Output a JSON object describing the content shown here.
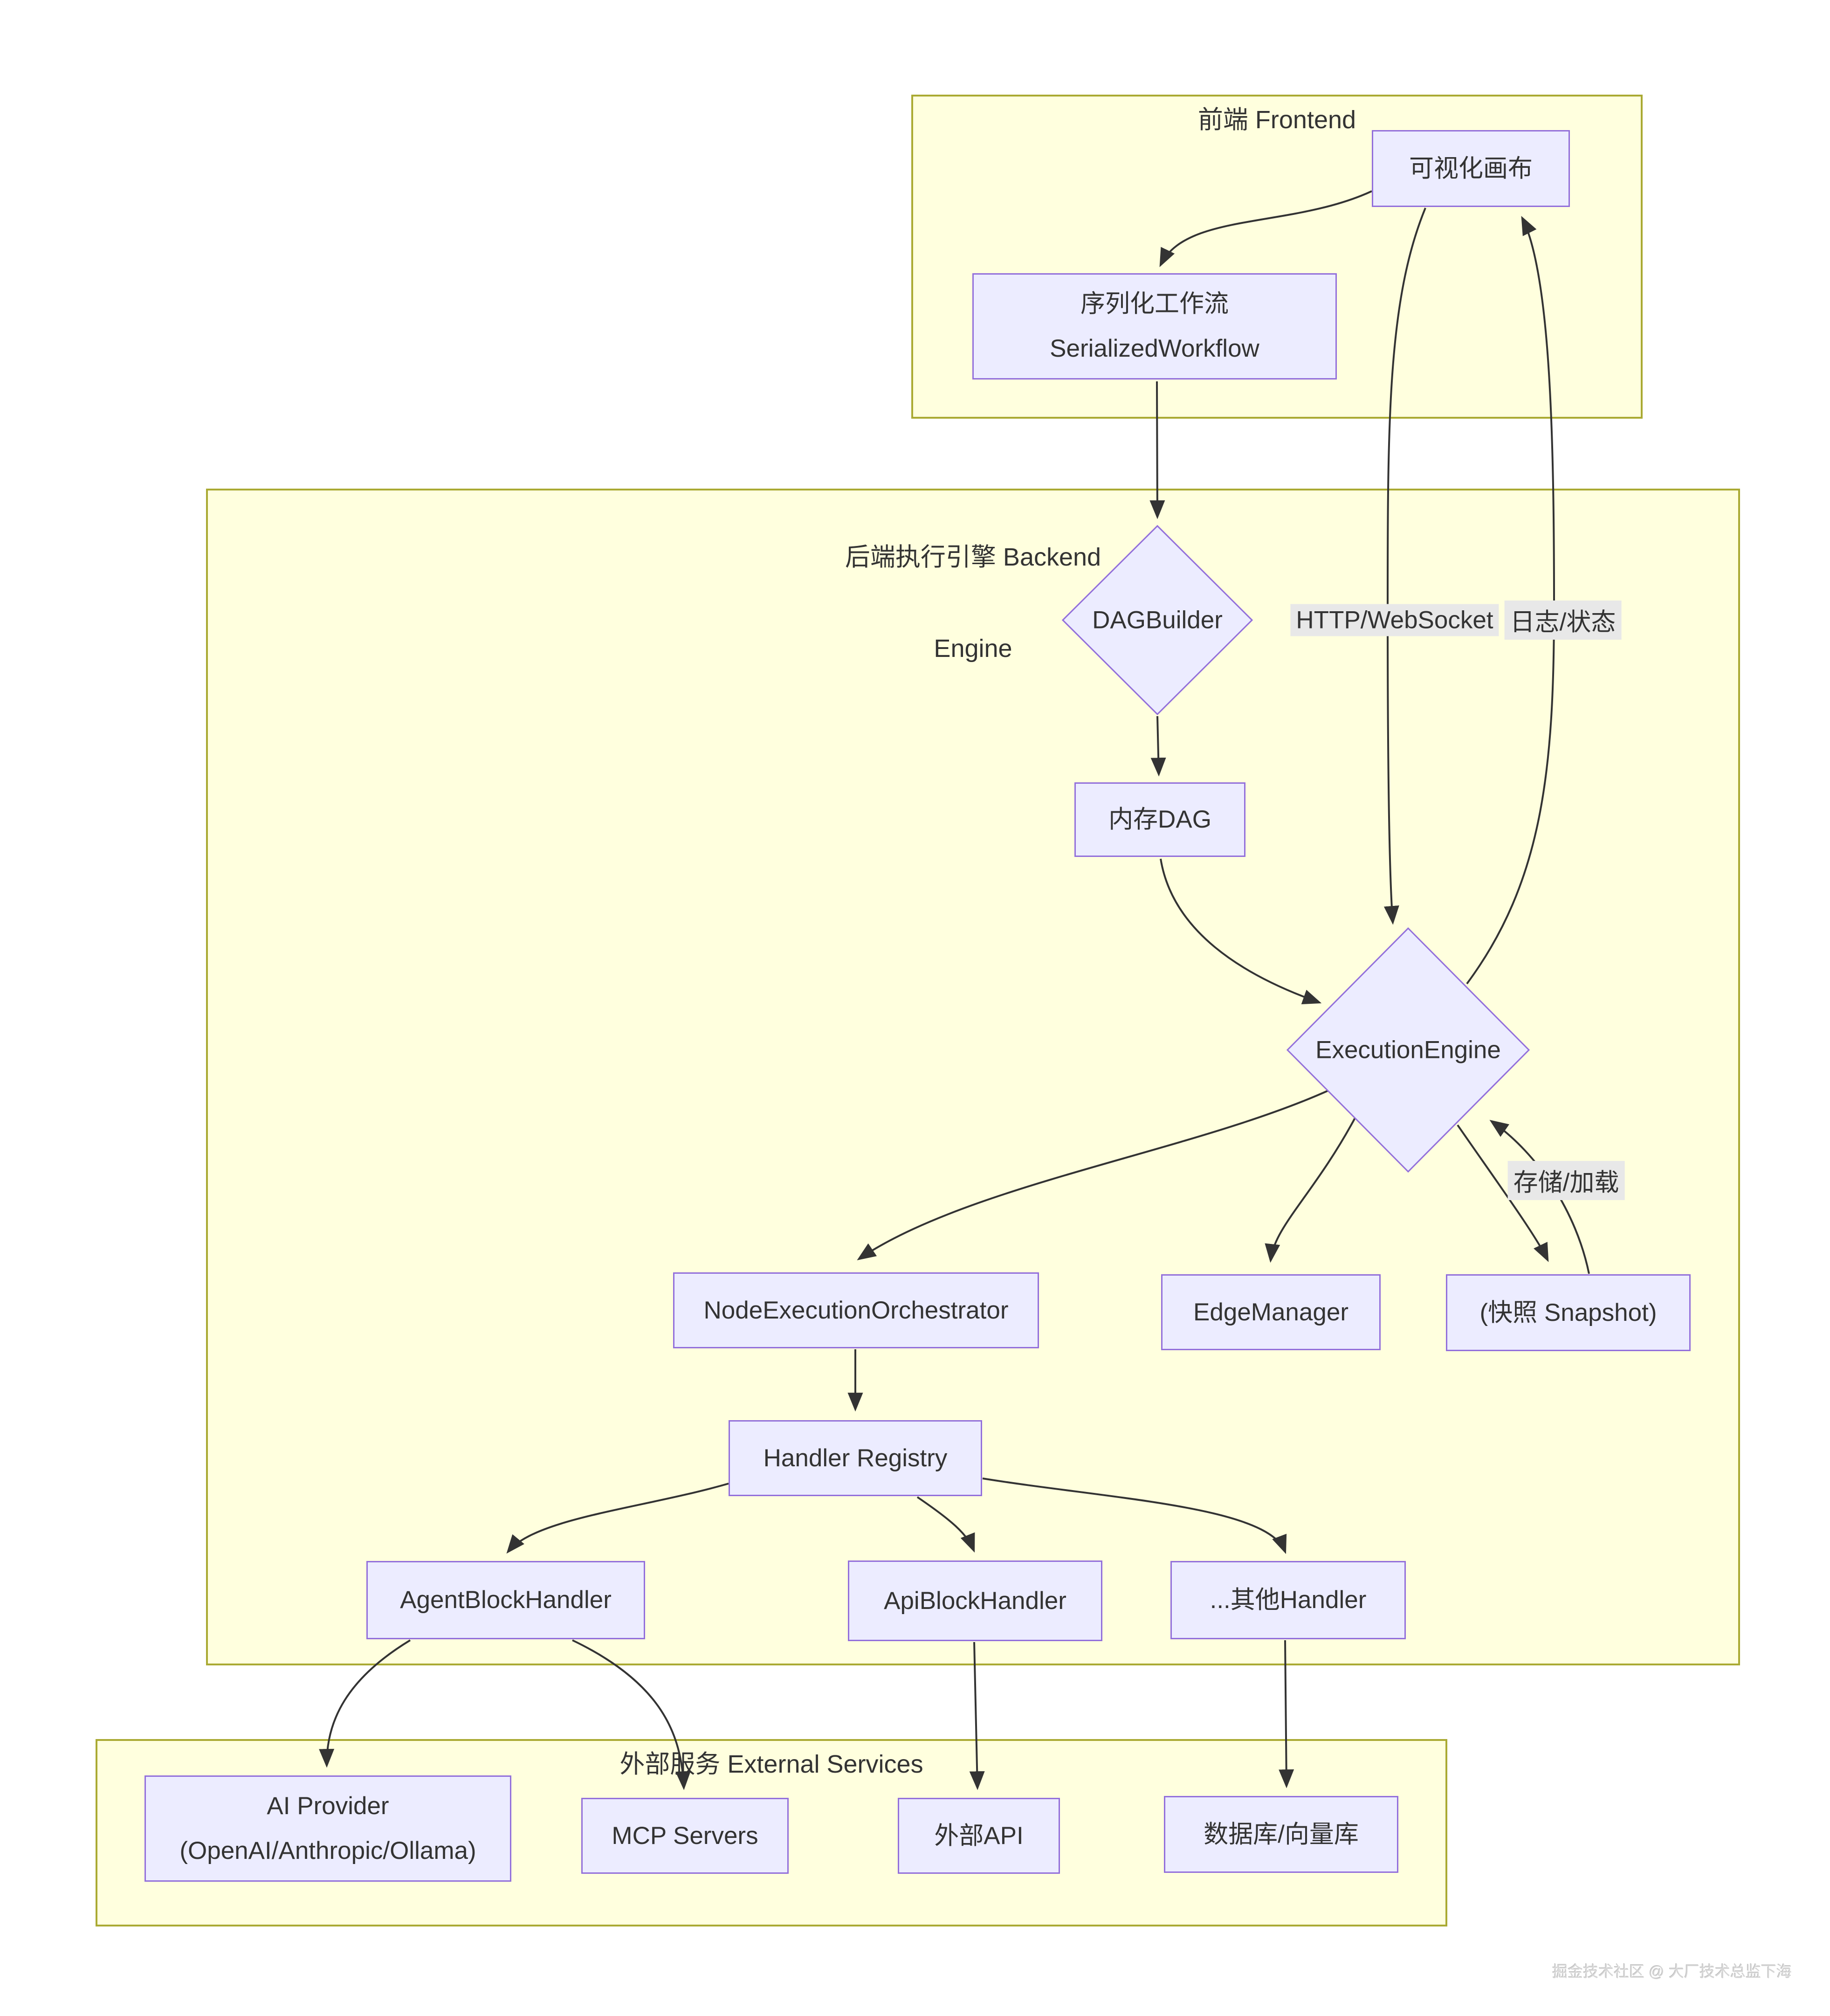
{
  "sections": {
    "frontend": {
      "title": "前端 Frontend"
    },
    "backend": {
      "title_line1": "后端执行引擎 Backend",
      "title_line2": "Engine"
    },
    "external": {
      "title": "外部服务 External Services"
    }
  },
  "nodes": {
    "canvas": {
      "label": "可视化画布"
    },
    "serialized": {
      "line1": "序列化工作流",
      "line2": "SerializedWorkflow"
    },
    "dagbuilder": {
      "label": "DAGBuilder"
    },
    "memdag": {
      "label": "内存DAG"
    },
    "engine": {
      "label": "ExecutionEngine"
    },
    "orchestrator": {
      "label": "NodeExecutionOrchestrator"
    },
    "edgemanager": {
      "label": "EdgeManager"
    },
    "snapshot": {
      "label": "(快照 Snapshot)"
    },
    "registry": {
      "label": "Handler Registry"
    },
    "agent_handler": {
      "label": "AgentBlockHandler"
    },
    "api_handler": {
      "label": "ApiBlockHandler"
    },
    "other_handler": {
      "label": "...其他Handler"
    },
    "ai_provider": {
      "line1": "AI Provider",
      "line2": "(OpenAI/Anthropic/Ollama)"
    },
    "mcp": {
      "label": "MCP Servers"
    },
    "external_api": {
      "label": "外部API"
    },
    "db": {
      "label": "数据库/向量库"
    }
  },
  "edge_labels": {
    "http": "HTTP/WebSocket",
    "log": "日志/状态",
    "store": "存储/加载"
  },
  "watermark": "掘金技术社区 @ 大厂技术总监下海",
  "colors": {
    "node_fill": "#ECECFF",
    "node_border": "#9370DB",
    "section_fill": "#ffffde",
    "section_border": "#aaaa33",
    "edge": "#333333",
    "edge_label_bg": "#e8e8e8",
    "text": "#333333"
  }
}
